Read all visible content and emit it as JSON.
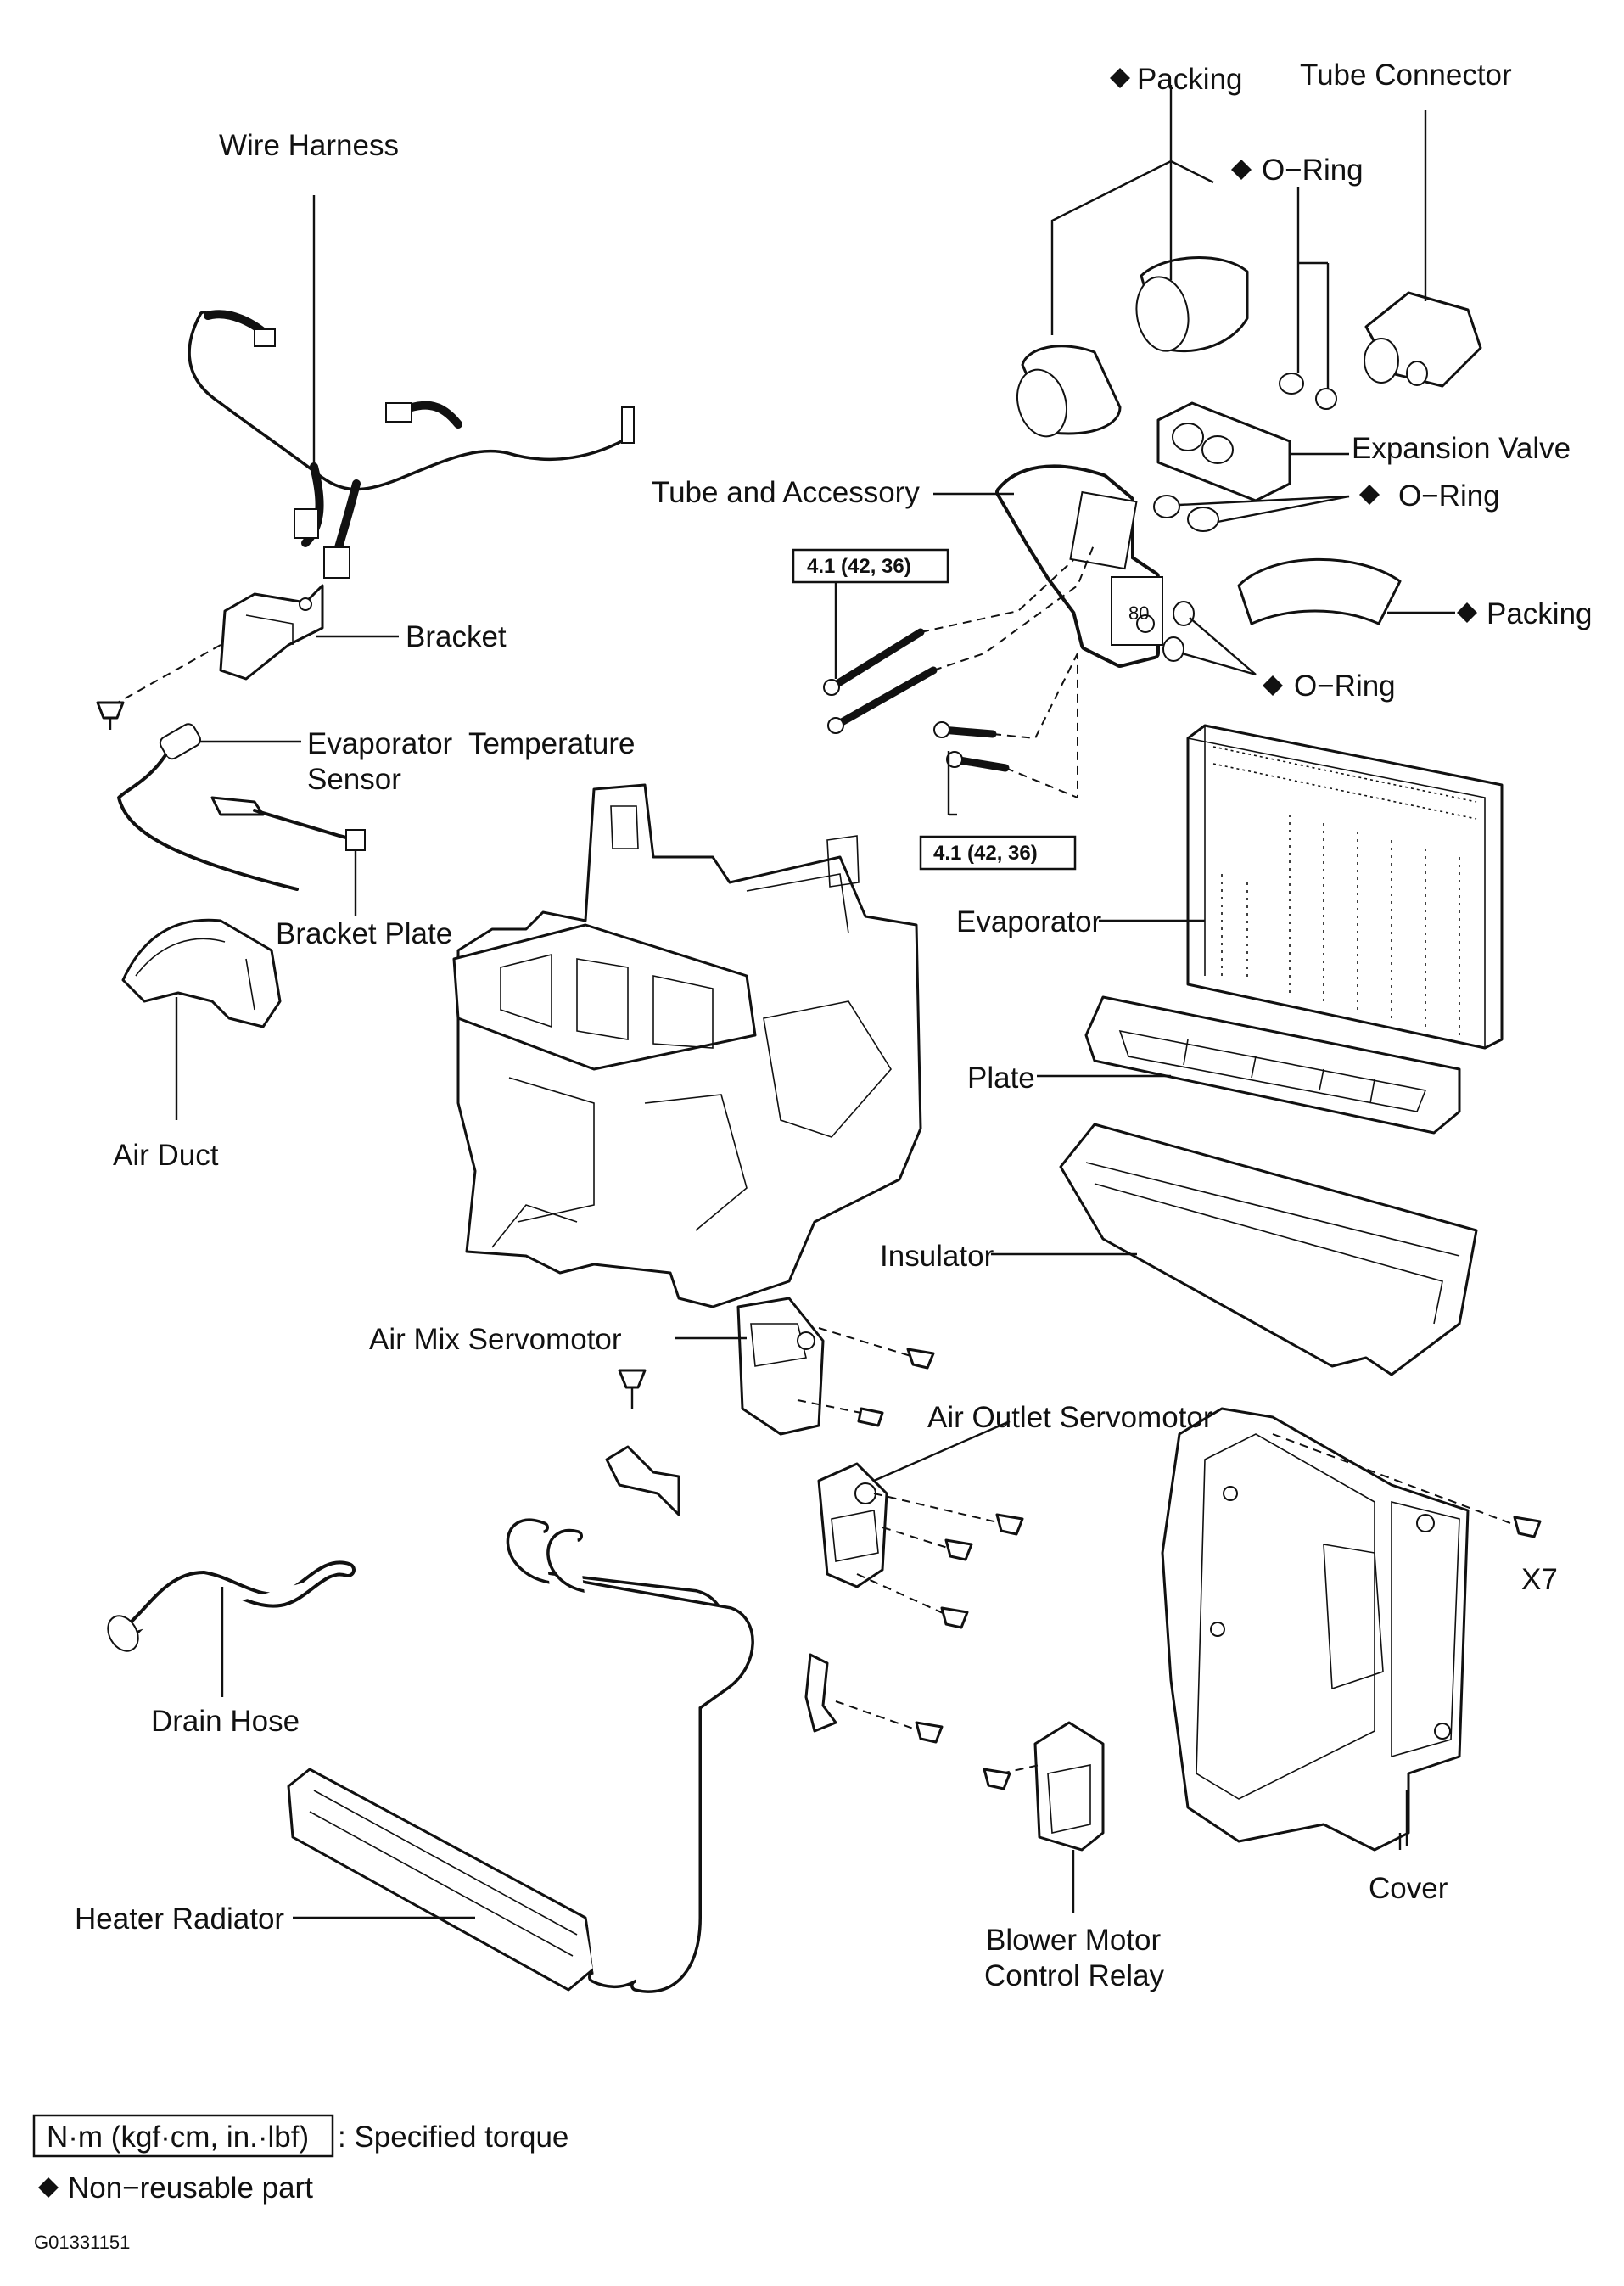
{
  "labels": {
    "wire_harness": "Wire Harness",
    "packing_top": "Packing",
    "tube_connector": "Tube Connector",
    "o_ring_top": "O−Ring",
    "expansion_valve": "Expansion Valve",
    "tube_and_accessory": "Tube and Accessory",
    "o_ring_mid": "O−Ring",
    "packing_right": "Packing",
    "o_ring_lower": "O−Ring",
    "bracket": "Bracket",
    "evap_temp_sensor_line1": "Evaporator  Temperature",
    "evap_temp_sensor_line2": "Sensor",
    "bracket_plate": "Bracket Plate",
    "evaporator": "Evaporator",
    "air_duct": "Air Duct",
    "plate": "Plate",
    "insulator": "Insulator",
    "air_mix_servomotor": "Air Mix Servomotor",
    "air_outlet_servomotor": "Air Outlet Servomotor",
    "x7": "X7",
    "drain_hose": "Drain Hose",
    "cover": "Cover",
    "heater_radiator": "Heater Radiator",
    "blower_relay_line1": "Blower Motor",
    "blower_relay_line2": "Control Relay"
  },
  "torque_specs": {
    "upper": "4.1 (42, 36)",
    "lower": "4.1 (42, 36)"
  },
  "legend": {
    "unit_box": "N·m (kgf·cm, in.·lbf)",
    "unit_desc": ": Specified torque",
    "non_reusable_desc": "Non−reusable part",
    "diagram_code": "G01331151"
  }
}
